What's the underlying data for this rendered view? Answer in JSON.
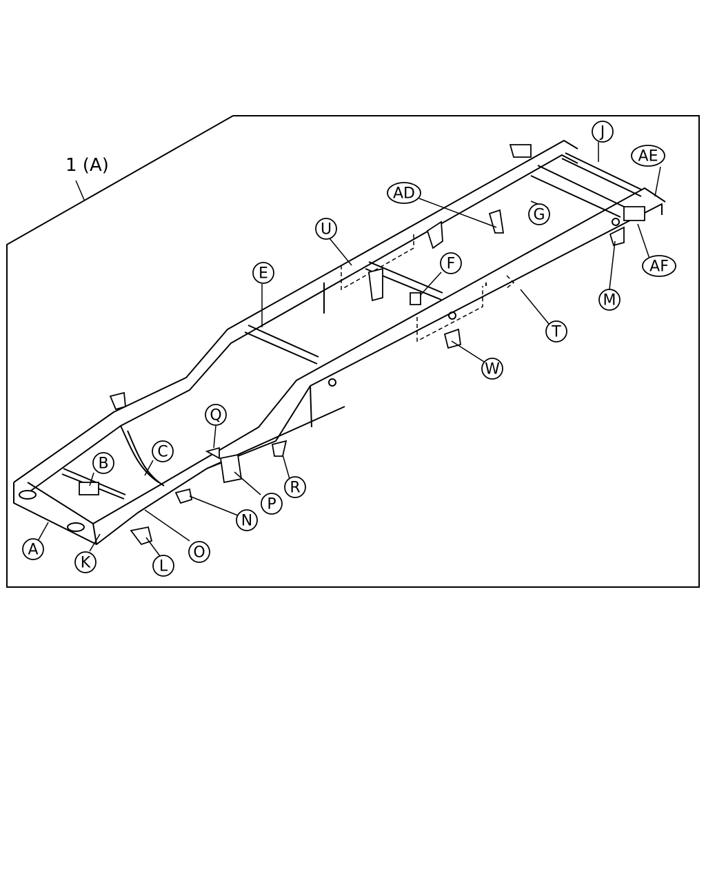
{
  "diagram": {
    "title": "1 (A)",
    "callouts": {
      "A": "A",
      "B": "B",
      "C": "C",
      "E": "E",
      "F": "F",
      "G": "G",
      "J": "J",
      "K": "K",
      "L": "L",
      "M": "M",
      "N": "N",
      "O": "O",
      "P": "P",
      "Q": "Q",
      "R": "R",
      "T": "T",
      "U": "U",
      "W": "W",
      "AD": "AD",
      "AE": "AE",
      "AF": "AF"
    }
  }
}
